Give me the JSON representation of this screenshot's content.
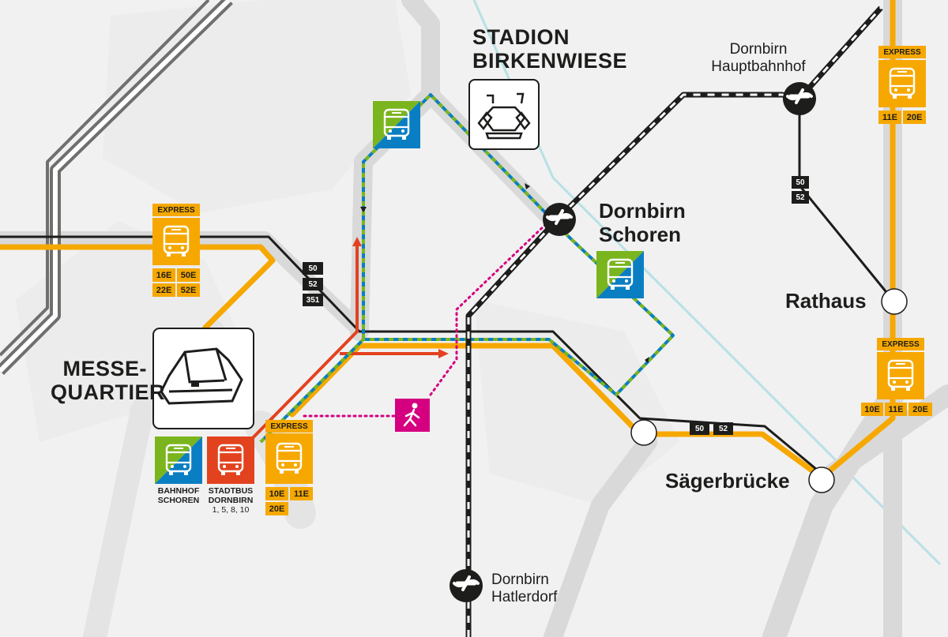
{
  "places": {
    "stadion": [
      "STADION",
      "BIRKENWIESE"
    ],
    "messe": [
      "MESSE-",
      "QUARTIER"
    ],
    "schoren": [
      "Dornbirn",
      "Schoren"
    ],
    "hbf": [
      "Dornbirn",
      "Hauptbahnhof"
    ],
    "hatlerdorf": [
      "Dornbirn",
      "Hatlerdorf"
    ],
    "rathaus": "Rathaus",
    "saegerbruecke": "Sägerbrücke"
  },
  "stops": {
    "bahnhof_schoren": [
      "BAHNHOF",
      "SCHOREN"
    ],
    "stadtbus": [
      "STADTBUS",
      "DORNBIRN",
      "1, 5, 8, 10"
    ]
  },
  "express_label": "EXPRESS",
  "express_left": {
    "lines": [
      "16E",
      "50E",
      "22E",
      "52E"
    ]
  },
  "express_messe": {
    "lines": [
      "10E",
      "11E",
      "20E"
    ]
  },
  "express_top_right": {
    "lines": [
      "11E",
      "20E"
    ]
  },
  "express_rathaus": {
    "lines": [
      "10E",
      "11E",
      "20E"
    ]
  },
  "line_badges_left": [
    "50",
    "52",
    "351"
  ],
  "line_badges_hbf": [
    "50",
    "52"
  ],
  "line_badges_saeger": [
    "50",
    "52"
  ],
  "colors": {
    "background": "#f1f1f2",
    "corridor": "#d9d9da",
    "express": "#f6a800",
    "stadtbus": "#e3421f",
    "bahnhof_green": "#7ab51d",
    "bahnhof_blue": "#0a7ec2",
    "walk": "#d5007f",
    "rail": "#1d1d1b",
    "river": "#b7e1e4"
  },
  "icons": [
    "bus-icon",
    "stadium-icon",
    "exhibition-hall-icon",
    "train-station-icon",
    "walking-person-icon",
    "direction-arrow-icon"
  ]
}
